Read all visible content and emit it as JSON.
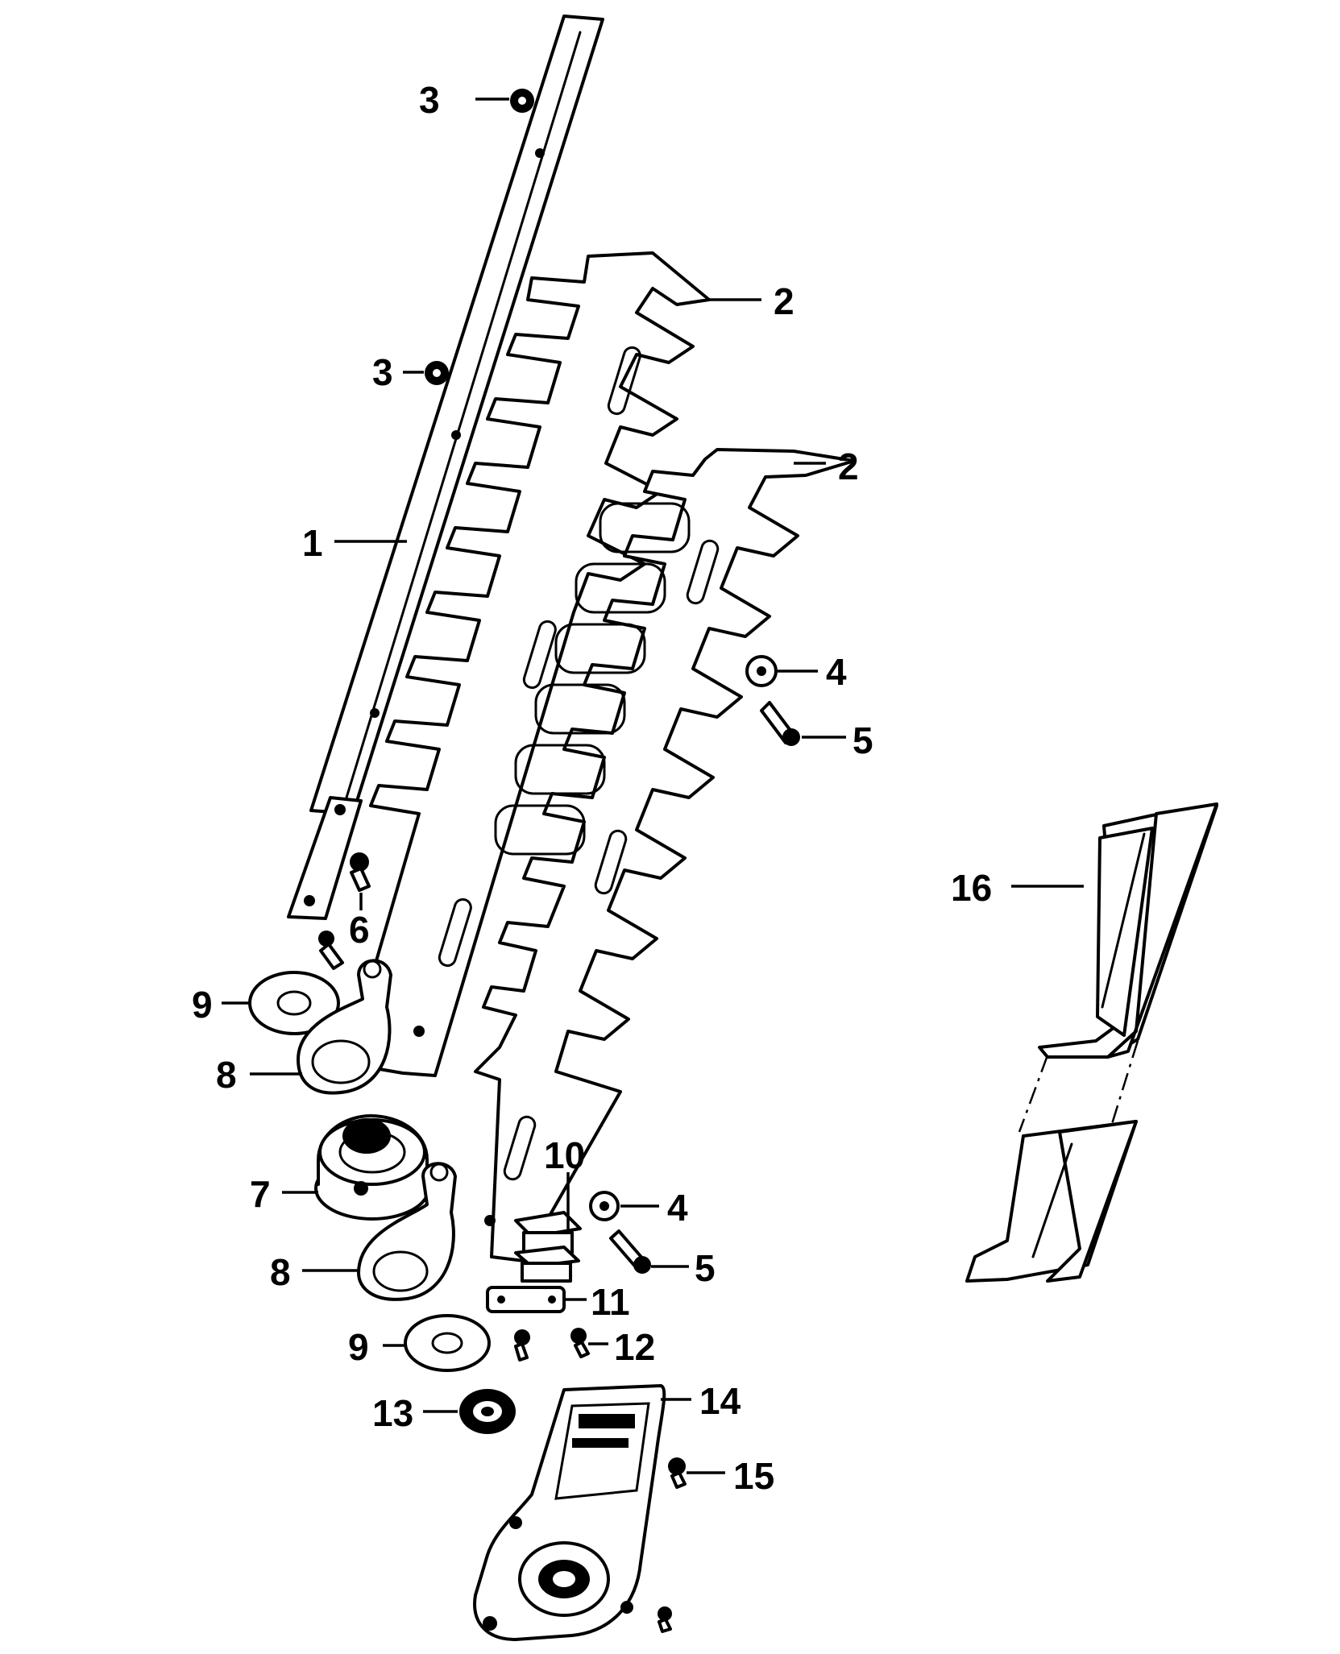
{
  "diagram": {
    "callouts": [
      {
        "id": "c3a",
        "text": "3"
      },
      {
        "id": "c2a",
        "text": "2"
      },
      {
        "id": "c3b",
        "text": "3"
      },
      {
        "id": "c2b",
        "text": "2"
      },
      {
        "id": "c1",
        "text": "1"
      },
      {
        "id": "c4a",
        "text": "4"
      },
      {
        "id": "c5a",
        "text": "5"
      },
      {
        "id": "c16",
        "text": "16"
      },
      {
        "id": "c6",
        "text": "6"
      },
      {
        "id": "c9a",
        "text": "9"
      },
      {
        "id": "c8a",
        "text": "8"
      },
      {
        "id": "c7",
        "text": "7"
      },
      {
        "id": "c10",
        "text": "10"
      },
      {
        "id": "c4b",
        "text": "4"
      },
      {
        "id": "c8b",
        "text": "8"
      },
      {
        "id": "c5b",
        "text": "5"
      },
      {
        "id": "c11",
        "text": "11"
      },
      {
        "id": "c9b",
        "text": "9"
      },
      {
        "id": "c12",
        "text": "12"
      },
      {
        "id": "c13",
        "text": "13"
      },
      {
        "id": "c14",
        "text": "14"
      },
      {
        "id": "c15",
        "text": "15"
      }
    ]
  }
}
